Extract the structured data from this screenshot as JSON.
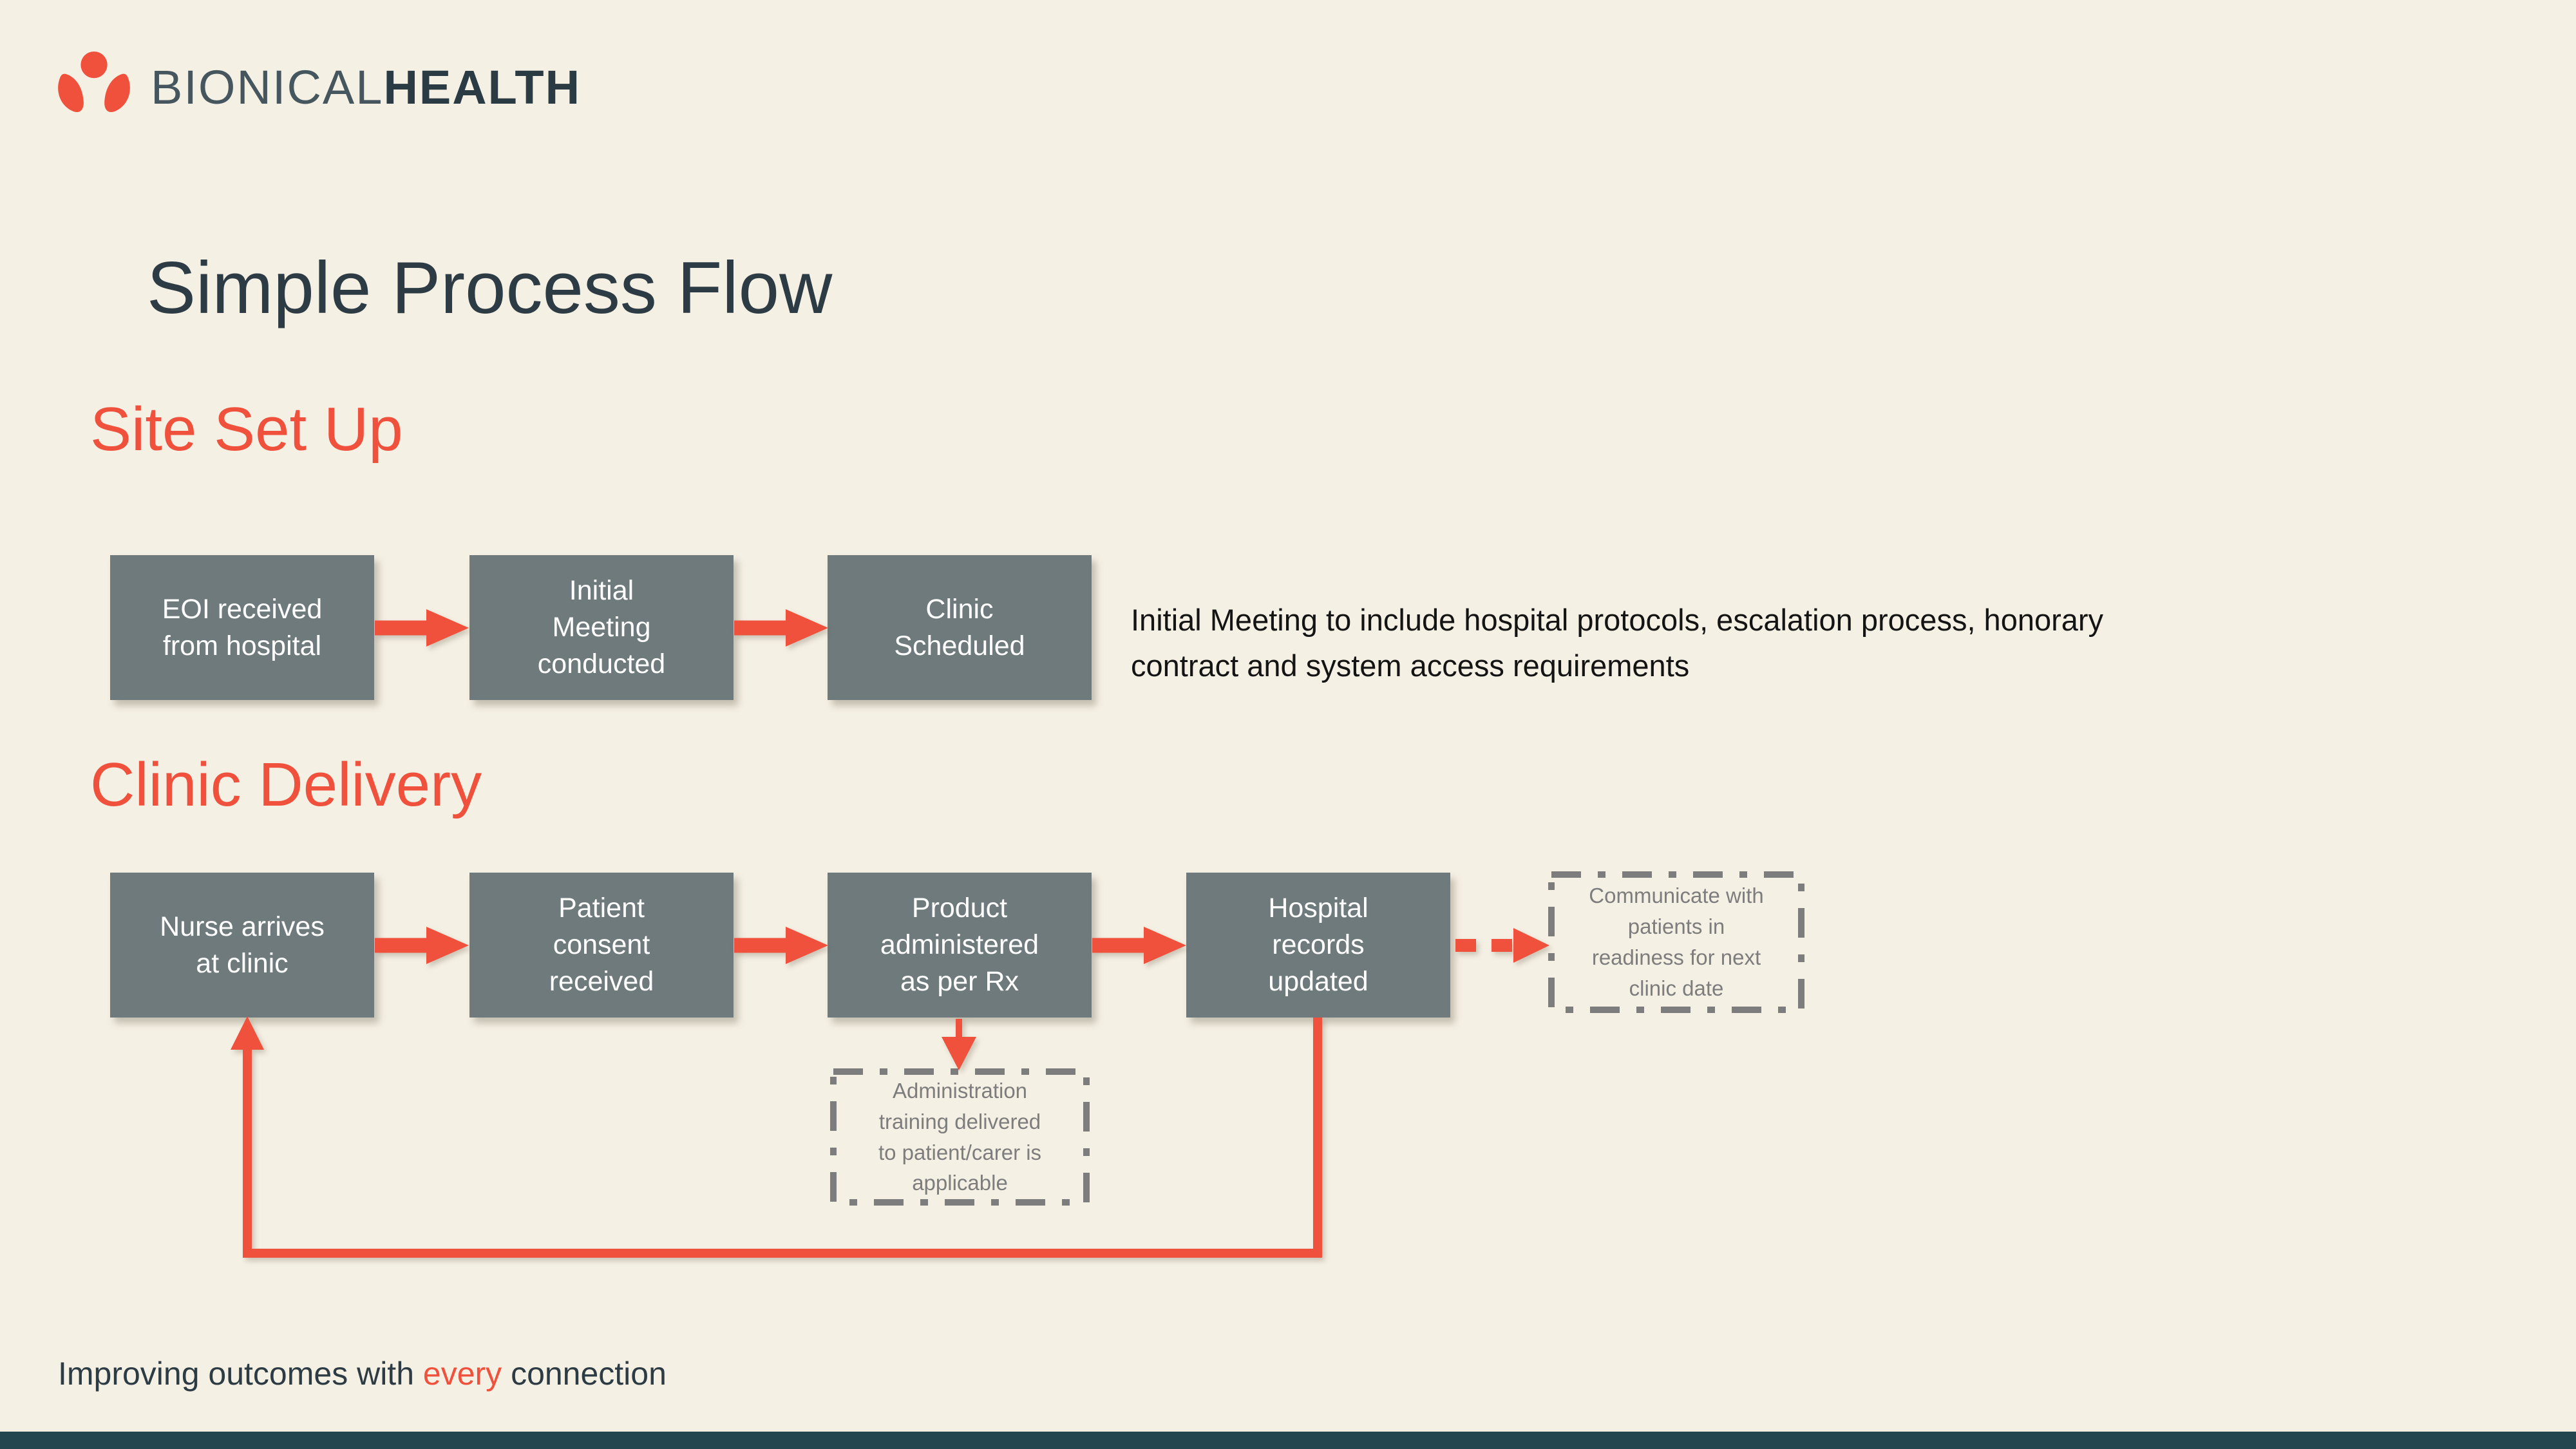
{
  "brand": {
    "name_light": "BIONICAL",
    "name_bold": "HEALTH"
  },
  "title": "Simple Process Flow",
  "sections": {
    "site_setup": {
      "heading": "Site Set Up",
      "boxes": [
        "EOI received\nfrom hospital",
        "Initial\nMeeting\nconducted",
        "Clinic\nScheduled"
      ],
      "note": "Initial Meeting to include hospital protocols, escalation process, honorary\ncontract and system access requirements"
    },
    "clinic_delivery": {
      "heading": "Clinic Delivery",
      "boxes": [
        "Nurse arrives\nat clinic",
        "Patient\nconsent\nreceived",
        "Product\nadministered\nas per Rx",
        "Hospital\nrecords\nupdated"
      ],
      "optional_boxes": [
        "Communicate with\npatients in\nreadiness for next\nclinic date",
        "Administration\ntraining delivered\nto patient/carer is\napplicable"
      ]
    }
  },
  "footer": {
    "prefix": "Improving outcomes with ",
    "highlight": "every",
    "suffix": " connection"
  },
  "colors": {
    "background": "#f5f0e4",
    "box_gray": "#6e7a7c",
    "accent_red": "#f0513c",
    "slate_text": "#2d3c44",
    "dashed_gray": "#7d7d7d",
    "bottom_bar": "#24464f"
  }
}
